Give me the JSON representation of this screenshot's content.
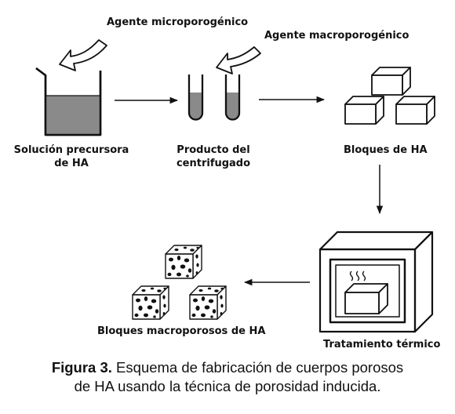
{
  "labels": {
    "agente_micro": "Agente microporogénico",
    "agente_macro": "Agente macroporogénico",
    "solucion_line1": "Solución precursora",
    "solucion_line2": "de HA",
    "producto_line1": "Producto del",
    "producto_line2": "centrifugado",
    "bloques": "Bloques de HA",
    "tratamiento": "Tratamiento térmico",
    "macroporosos": "Bloques macroporosos de HA"
  },
  "caption": {
    "figure_label": "Figura 3.",
    "line1_text": " Esquema de fabricación de cuerpos porosos",
    "line2_text": "de HA usando la técnica de porosidad inducida."
  }
}
